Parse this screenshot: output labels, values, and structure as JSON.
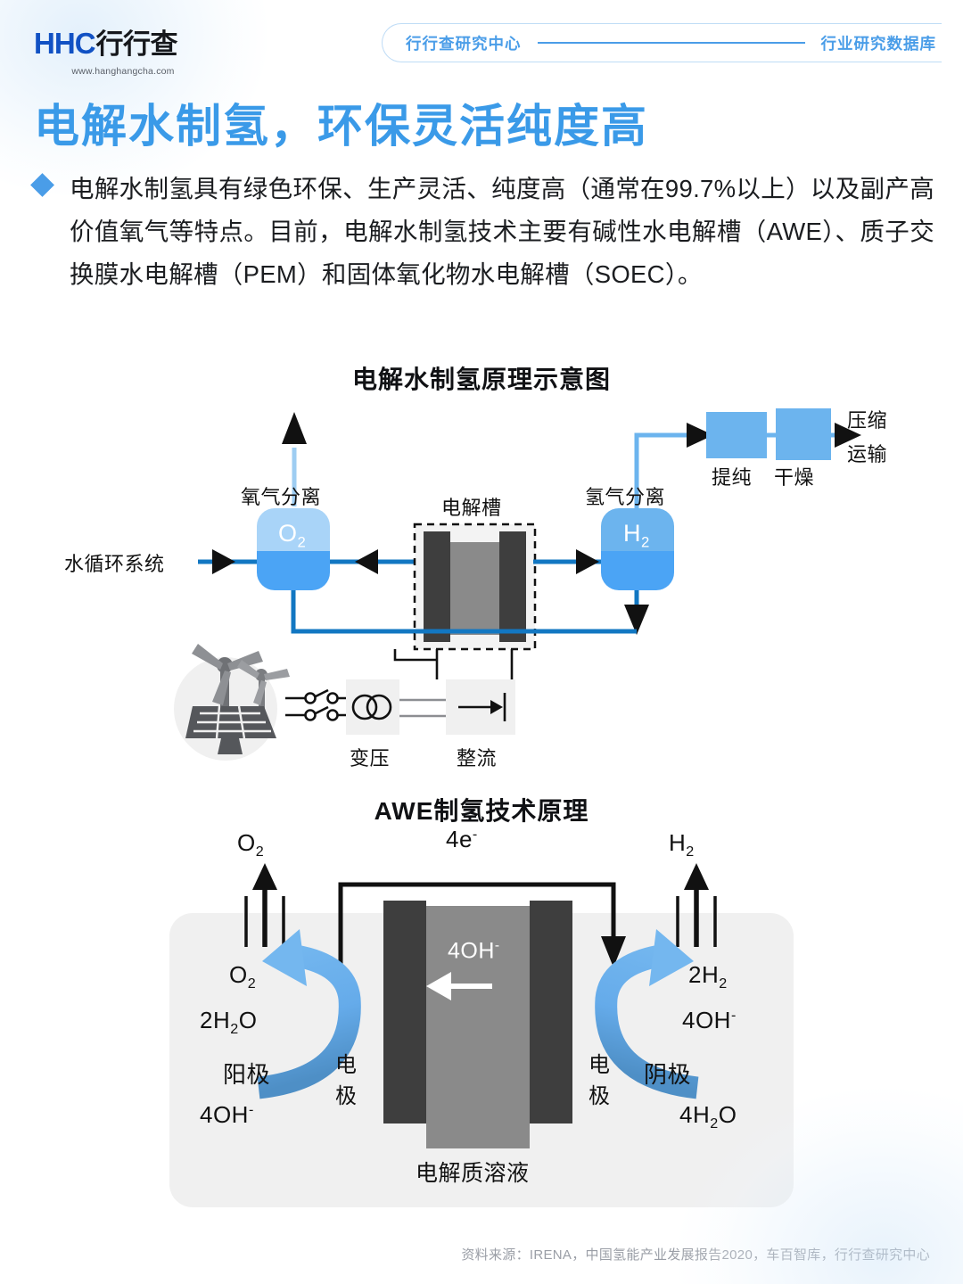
{
  "header": {
    "logo_hhc_h1": "H",
    "logo_hhc_i": "H",
    "logo_hhc_c": "C",
    "logo_cn": "行行查",
    "logo_url": "www.hanghangcha.com",
    "pill_left": "行行查研究中心",
    "pill_right": "行业研究数据库"
  },
  "title": "电解水制氢，环保灵活纯度高",
  "bullet": {
    "text": "电解水制氢具有绿色环保、生产灵活、纯度高（通常在99.7%以上）以及副产高价值氧气等特点。目前，电解水制氢技术主要有碱性水电解槽（AWE）、质子交换膜水电解槽（PEM）和固体氧化物水电解槽（SOEC）。"
  },
  "section1": {
    "title": "电解水制氢原理示意图",
    "labels": {
      "water_cycle": "水循环系统",
      "oxygen_sep": "氧气分离",
      "o2_tank": "O",
      "o2_sub": "2",
      "electrolyzer": "电解槽",
      "hydrogen_sep": "氢气分离",
      "h2_tank": "H",
      "h2_sub": "2",
      "purify": "提纯",
      "dry": "干燥",
      "compress_line1": "压缩",
      "compress_line2": "运输",
      "transformer": "变压",
      "rectifier": "整流"
    }
  },
  "section2": {
    "title": "AWE制氢技术原理",
    "labels": {
      "o2_top": "O",
      "o2_top_sub": "2",
      "electrons": "4e",
      "electrons_sup": "-",
      "h2_top": "H",
      "h2_top_sub": "2",
      "o2_left": "O",
      "o2_left_sub": "2",
      "water_left": "2H",
      "water_left_sub": "2",
      "water_left_tail": "O",
      "anode": "阳极",
      "electrode_left_1": "电",
      "electrode_left_2": "极",
      "hydroxide_left": "4OH",
      "hydroxide_left_sup": "-",
      "hydroxide_center": "4OH",
      "hydroxide_center_sup": "-",
      "h2_right": "2H",
      "h2_right_sub": "2",
      "hydroxide_right": "4OH",
      "hydroxide_right_sup": "-",
      "cathode": "阴极",
      "electrode_right_1": "电",
      "electrode_right_2": "极",
      "water_right": "4H",
      "water_right_sub": "2",
      "water_right_tail": "O",
      "electrolyte": "电解质溶液"
    }
  },
  "footer": {
    "source": "资料来源：IRENA，中国氢能产业发展报告2020，车百智库，行行查研究中心"
  },
  "colors": {
    "brand_blue": "#3a9ae8",
    "pipe_blue": "#1277c2",
    "tank_light": "#a9d4f8",
    "tank_dark": "#4ba4f5",
    "box_blue": "#6cb4ee",
    "electrode_dark": "#3e3e3e",
    "membrane_gray": "#8a8a8a",
    "panel_gray": "#f0f0f0",
    "logo_blue": "#1151c4",
    "logo_cyan": "#3bb6e8"
  }
}
